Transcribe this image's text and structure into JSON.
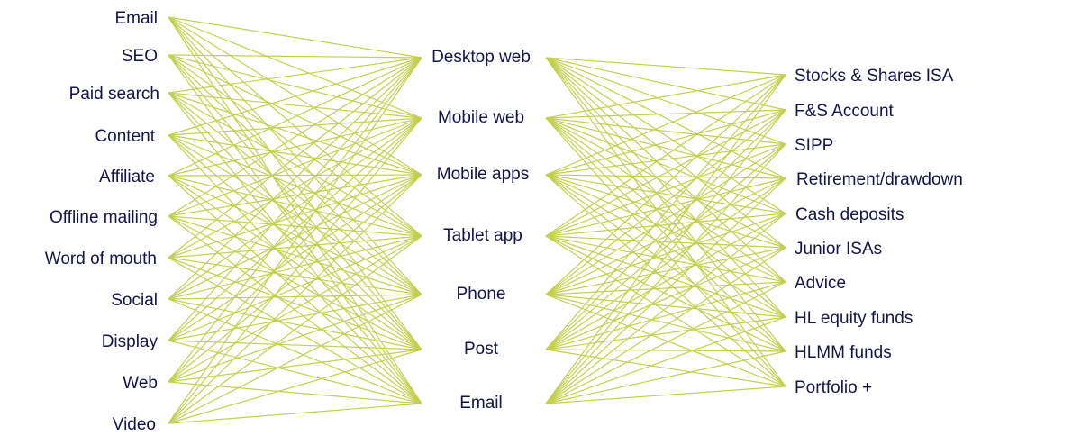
{
  "colors": {
    "edge": "#c3d04e",
    "text": "#14144a",
    "background": "#ffffff"
  },
  "sources": [
    "Email",
    "SEO",
    "Paid search",
    "Content",
    "Affiliate",
    "Offline mailing",
    "Word of mouth",
    "Social",
    "Display",
    "Web",
    "Video"
  ],
  "channels": [
    "Desktop web",
    "Mobile web",
    "Mobile apps",
    "Tablet app",
    "Phone",
    "Post",
    "Email"
  ],
  "products": [
    "Stocks & Shares ISA",
    "F&S Account",
    "SIPP",
    "Retirement/drawdown",
    "Cash deposits",
    "Junior ISAs",
    "Advice",
    "HL equity funds",
    "HLMM funds",
    "Portfolio +"
  ],
  "connections": "every source connects to every channel; every channel connects to every product"
}
